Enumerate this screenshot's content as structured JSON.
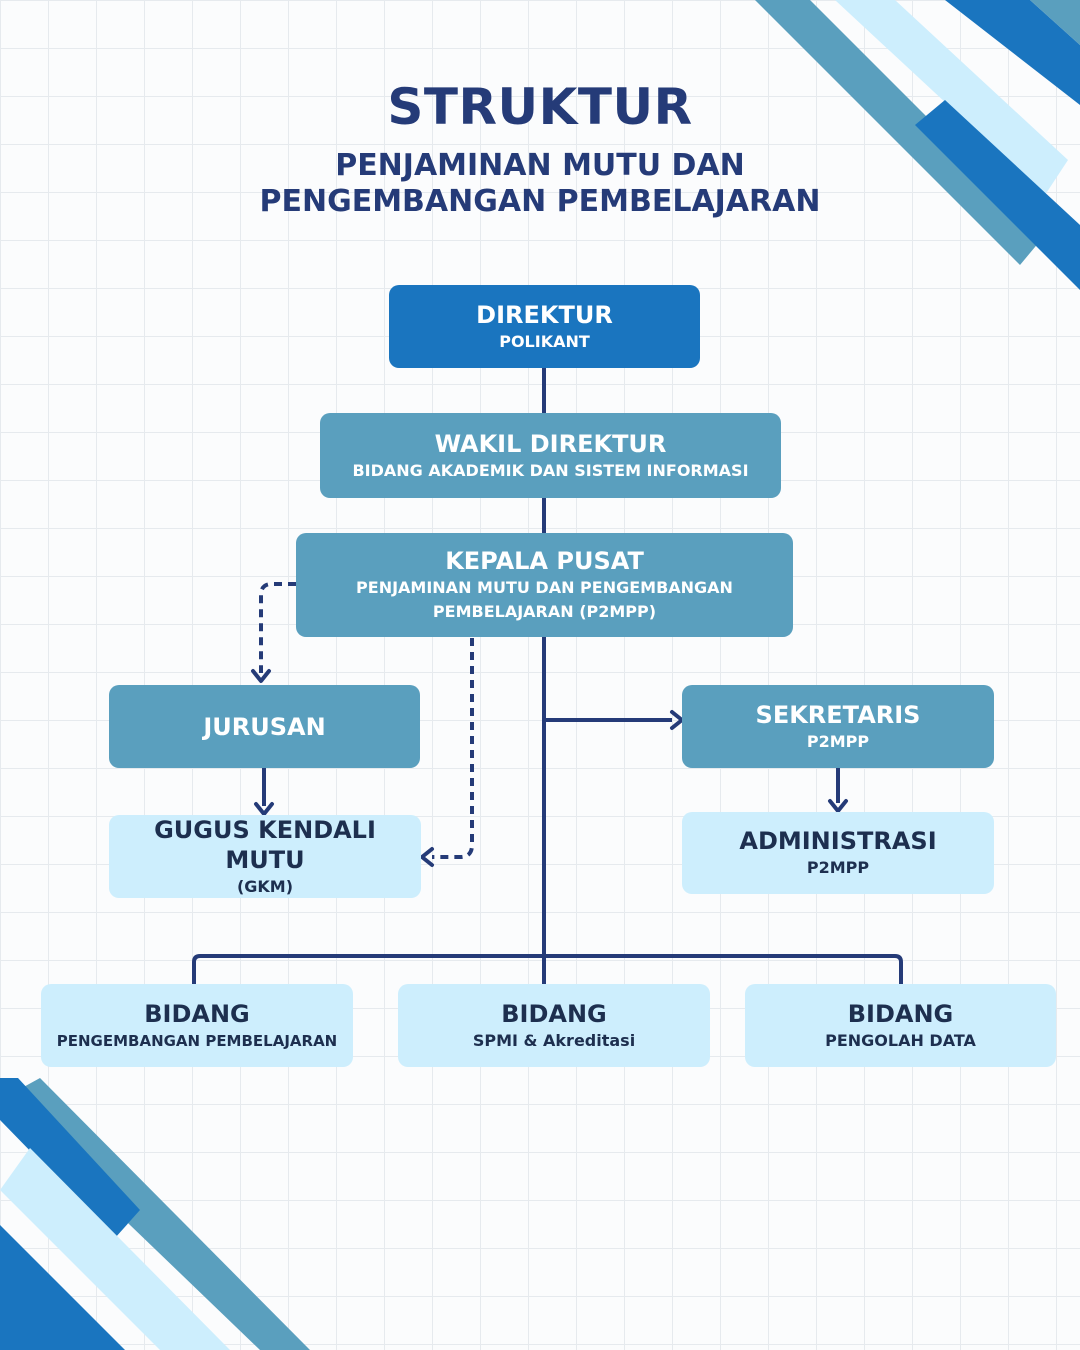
{
  "header": {
    "title": "STRUKTUR",
    "subtitle_line1": "PENJAMINAN MUTU DAN",
    "subtitle_line2": "PENGEMBANGAN PEMBELAJARAN"
  },
  "nodes": {
    "direktur": {
      "title": "DIREKTUR",
      "subtitle": "POLIKANT"
    },
    "wakil_direktur": {
      "title": "WAKIL DIREKTUR",
      "subtitle": "BIDANG AKADEMIK DAN SISTEM INFORMASI"
    },
    "kepala_pusat": {
      "title": "KEPALA PUSAT",
      "subtitle_line1": "PENJAMINAN MUTU DAN PENGEMBANGAN",
      "subtitle_line2": "PEMBELAJARAN (P2MPP)"
    },
    "jurusan": {
      "title": "JURUSAN"
    },
    "sekretaris": {
      "title": "SEKRETARIS",
      "subtitle": "P2MPP"
    },
    "gugus_kendali_mutu": {
      "title": "GUGUS KENDALI MUTU",
      "subtitle": "(GKM)"
    },
    "administrasi": {
      "title": "ADMINISTRASI",
      "subtitle": "P2MPP"
    },
    "bidang_pengembangan": {
      "title": "BIDANG",
      "subtitle": "PENGEMBANGAN PEMBELAJARAN"
    },
    "bidang_spmi": {
      "title": "BIDANG",
      "subtitle": "SPMI & Akreditasi"
    },
    "bidang_pengolah": {
      "title": "BIDANG",
      "subtitle": "PENGOLAH DATA"
    }
  },
  "colors": {
    "title_text": "#253b78",
    "box_dark": "#1a75bf",
    "box_mid": "#5a9fbe",
    "box_light": "#cdeefd",
    "connector": "#253b78"
  }
}
